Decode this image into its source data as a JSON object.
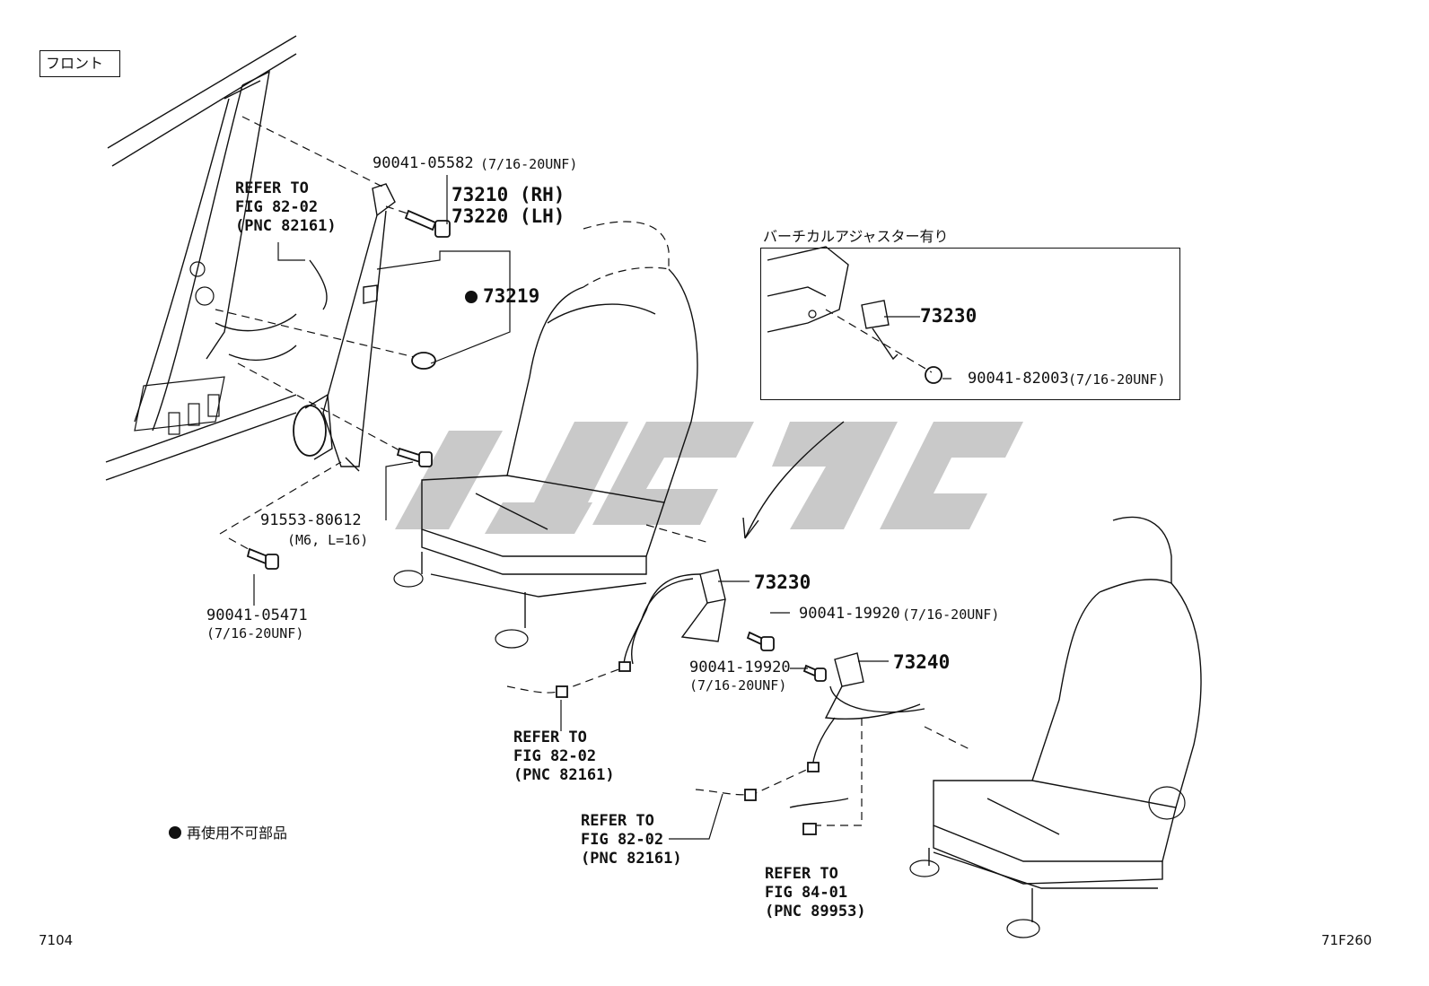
{
  "labels": {
    "front": "フロント",
    "refer_a_1": "REFER TO",
    "refer_a_2": "FIG 82-02",
    "refer_a_3": "(PNC 82161)",
    "pn_05582": "90041-05582",
    "pn_05582_spec": "(7/16-20UNF)",
    "pn_73210": "73210 (RH)",
    "pn_73220": "73220 (LH)",
    "pn_73219": "73219",
    "pn_80612": "91553-80612",
    "pn_80612_spec": "(M6, L=16)",
    "pn_05471": "90041-05471",
    "pn_05471_spec": "(7/16-20UNF)",
    "inset_title": "バーチカルアジャスター有り",
    "inset_73230": "73230",
    "inset_82003": "90041-82003",
    "inset_82003_spec": "(7/16-20UNF)",
    "pn_73230": "73230",
    "pn_19920_a": "90041-19920",
    "pn_19920_a_spec": "(7/16-20UNF)",
    "pn_19920_b": "90041-19920",
    "pn_19920_b_spec": "(7/16-20UNF)",
    "pn_73240": "73240",
    "refer_b_1": "REFER TO",
    "refer_b_2": "FIG 82-02",
    "refer_b_3": "(PNC 82161)",
    "refer_c_1": "REFER TO",
    "refer_c_2": "FIG 82-02",
    "refer_c_3": "(PNC 82161)",
    "refer_d_1": "REFER TO",
    "refer_d_2": "FIG 84-01",
    "refer_d_3": "(PNC 89953)",
    "legend": "再使用不可部品",
    "footer_left": "7104",
    "footer_right": "71F260"
  }
}
